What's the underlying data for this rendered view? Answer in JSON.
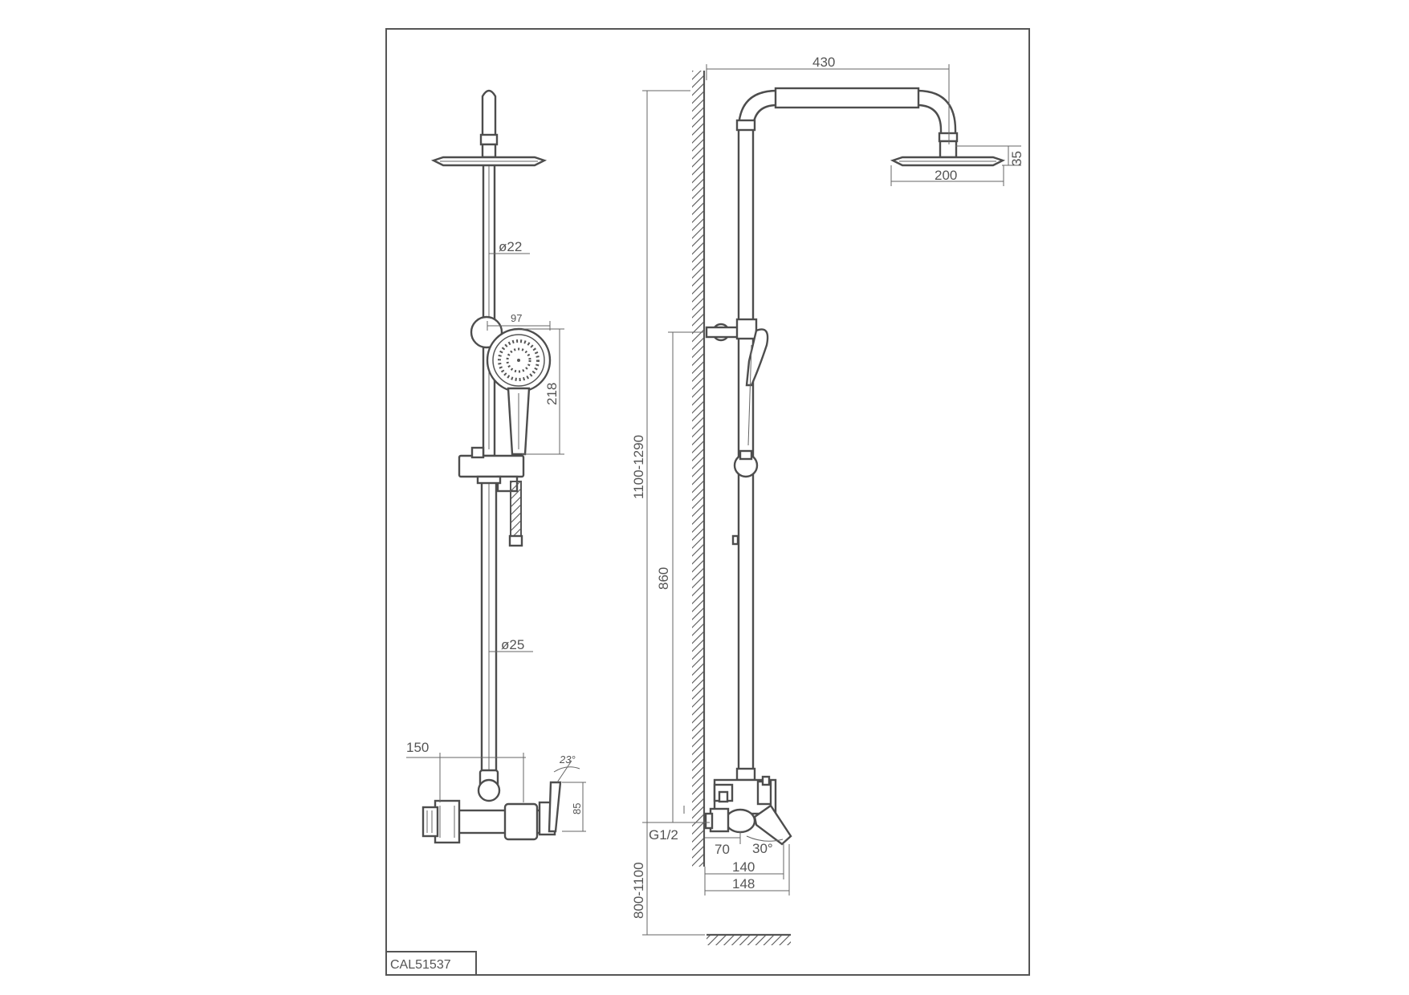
{
  "drawing_code": "CAL51537",
  "front_view": {
    "upper_pipe_diameter": "ø22",
    "lower_pipe_diameter": "ø25",
    "hand_shower_width": "97",
    "hand_shower_length": "218",
    "mixer_width": "150",
    "handle_angle": "23°",
    "handle_height": "85"
  },
  "side_view": {
    "arm_reach": "430",
    "head_thickness": "35",
    "head_diameter": "200",
    "column_height": "1100-1290",
    "holder_height": "860",
    "inlet_thread": "G1/2",
    "mixer_depth_1": "70",
    "spout_angle": "30°",
    "mixer_depth_2": "140",
    "mixer_depth_3": "148",
    "mounting_height": "800-1100"
  },
  "colors": {
    "line": "#555555",
    "background": "#ffffff"
  }
}
